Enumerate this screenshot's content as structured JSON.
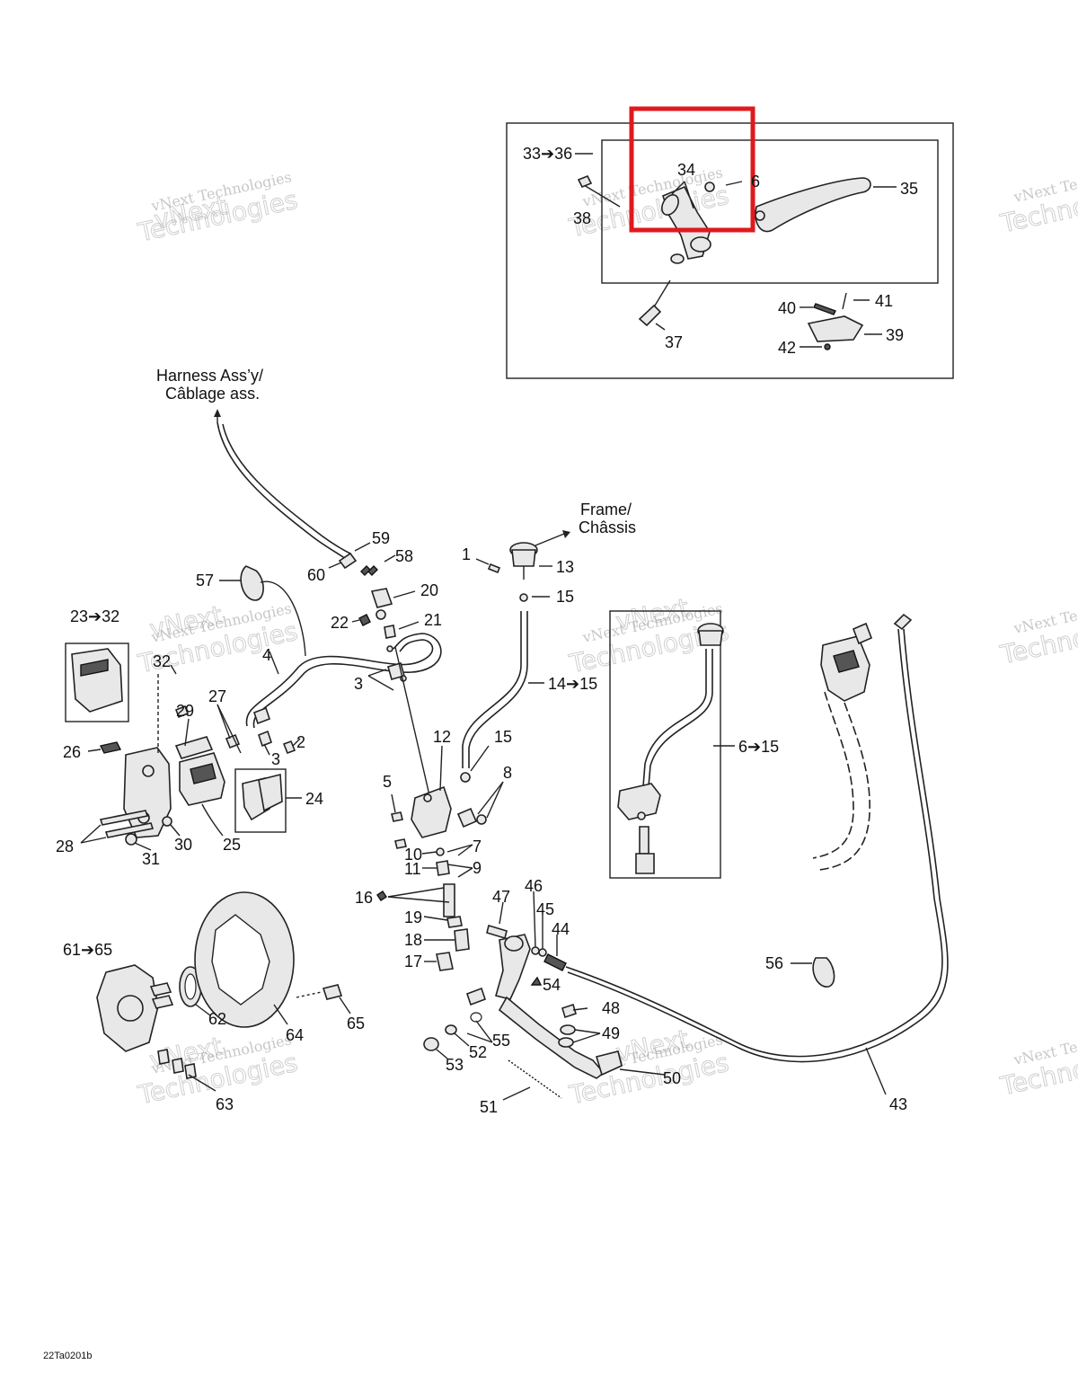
{
  "callouts": {
    "c1": "1",
    "c2": "2",
    "c3a": "3",
    "c3b": "3",
    "c4": "4",
    "c5": "5",
    "c6_15": "6➔15",
    "c7": "7",
    "c8": "8",
    "c9": "9",
    "c10": "10",
    "c11": "11",
    "c12": "12",
    "c13": "13",
    "c14_15": "14➔15",
    "c15a": "15",
    "c15b": "15",
    "c16": "16",
    "c17": "17",
    "c18": "18",
    "c19": "19",
    "c20": "20",
    "c21": "21",
    "c22": "22",
    "c23_32": "23➔32",
    "c24": "24",
    "c25": "25",
    "c26": "26",
    "c27": "27",
    "c28": "28",
    "c29": "29",
    "c30": "30",
    "c31": "31",
    "c32": "32",
    "c33_36": "33➔36",
    "c34": "34",
    "c35": "35",
    "c36": "6",
    "c37": "37",
    "c38": "38",
    "c39": "39",
    "c40": "40",
    "c41": "41",
    "c42": "42",
    "c43": "43",
    "c44": "44",
    "c45": "45",
    "c46": "46",
    "c47": "47",
    "c48": "48",
    "c49": "49",
    "c50": "50",
    "c51": "51",
    "c52": "52",
    "c53": "53",
    "c54": "54",
    "c55": "55",
    "c56": "56",
    "c57": "57",
    "c58": "58",
    "c59": "59",
    "c60": "60",
    "c61_65": "61➔65",
    "c62": "62",
    "c63": "63",
    "c64": "64",
    "c65": "65"
  },
  "notes": {
    "harness_en": "Harness Ass’y/",
    "harness_fr": "Câblage ass.",
    "frame_en": "Frame/",
    "frame_fr": "Châssis"
  },
  "drawing_code": "22Ta0201b",
  "watermark": {
    "line1": "vNext Technologies",
    "line2": "Technologies",
    "logo": "vNext"
  },
  "highlight_color": "#e0191e"
}
